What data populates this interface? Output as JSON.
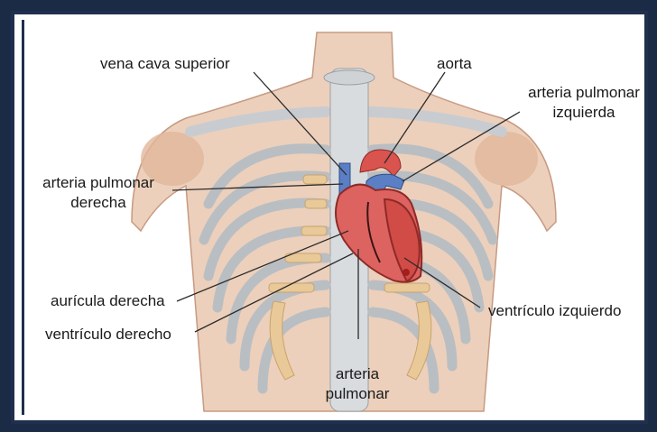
{
  "labels": {
    "vena_cava_superior": "vena cava superior",
    "aorta": "aorta",
    "arteria_pulmonar_izquierda_1": "arteria pulmonar",
    "arteria_pulmonar_izquierda_2": "izquierda",
    "arteria_pulmonar_derecha_1": "arteria pulmonar",
    "arteria_pulmonar_derecha_2": "derecha",
    "auricula_derecha": "aurícula derecha",
    "ventriculo_derecho": "ventrículo derecho",
    "ventriculo_izquierdo": "ventrículo izquierdo",
    "arteria_pulmonar_1": "arteria",
    "arteria_pulmonar_2": "pulmonar"
  },
  "colors": {
    "frame": "#1f2f4d",
    "skin": "#e7c1a6",
    "bone": "#cfd3d6",
    "cartilage": "#e9c998",
    "heart": "#d9534f",
    "vessel_blue": "#5a7fc4"
  }
}
